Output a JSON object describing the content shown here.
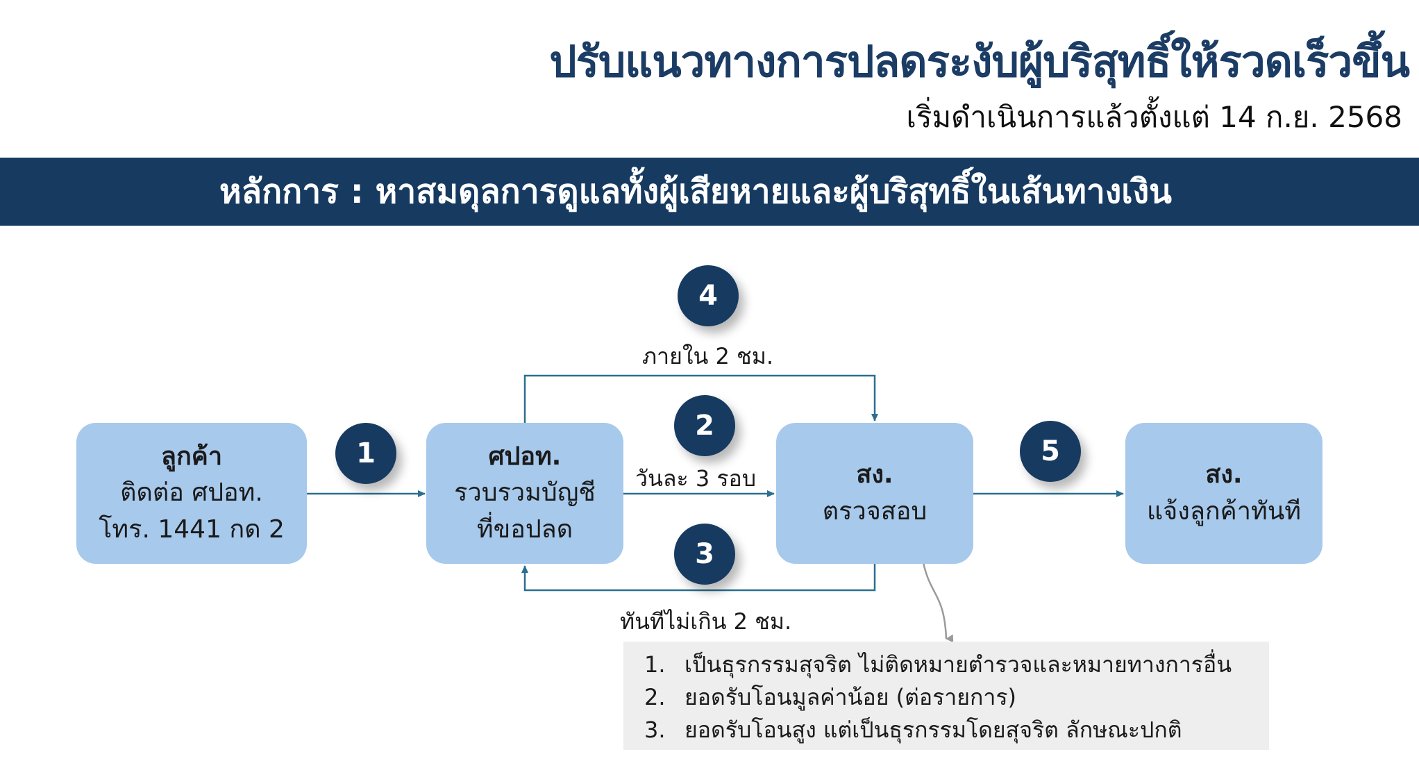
{
  "header": {
    "title": "ปรับแนวทางการปลดระงับผู้บริสุทธิ์ให้รวดเร็วขึ้น",
    "subtitle": "เริ่มดำเนินการแล้วตั้งแต่ 14 ก.ย. 2568"
  },
  "banner": {
    "text": "หลักการ : หาสมดุลการดูแลทั้งผู้เสียหายและผู้บริสุทธิ์ในเส้นทางเงิน"
  },
  "nodes": {
    "customer": {
      "head": "ลูกค้า",
      "line1": "ติดต่อ ศปอท.",
      "line2": "โทร. 1441 กด 2"
    },
    "center": {
      "head": "ศปอท.",
      "line1": "รวบรวมบัญชี",
      "line2": "ที่ขอปลด"
    },
    "office_check": {
      "head": "สง.",
      "line1": "ตรวจสอบ"
    },
    "office_notify": {
      "head": "สง.",
      "line1": "แจ้งลูกค้าทันที"
    }
  },
  "steps": {
    "s1": "1",
    "s2": "2",
    "s3": "3",
    "s4": "4",
    "s5": "5"
  },
  "edge_labels": {
    "within_2h": "ภายใน 2 ชม.",
    "daily_3_rounds": "วันละ 3 รอบ",
    "immediately_2h": "ทันทีไม่เกิน 2 ชม."
  },
  "criteria": [
    {
      "num": "1.",
      "text": "เป็นธุรกรรมสุจริต ไม่ติดหมายตำรวจและหมายทางการอื่น"
    },
    {
      "num": "2.",
      "text": "ยอดรับโอนมูลค่าน้อย (ต่อรายการ)"
    },
    {
      "num": "3.",
      "text": "ยอดรับโอนสูง แต่เป็นธุรกรรมโดยสุจริต ลักษณะปกติ"
    }
  ],
  "colors": {
    "navy": "#173a61",
    "box": "#a7c9ec",
    "arrow": "#2a6f8f",
    "callout": "#9a9a9a"
  }
}
